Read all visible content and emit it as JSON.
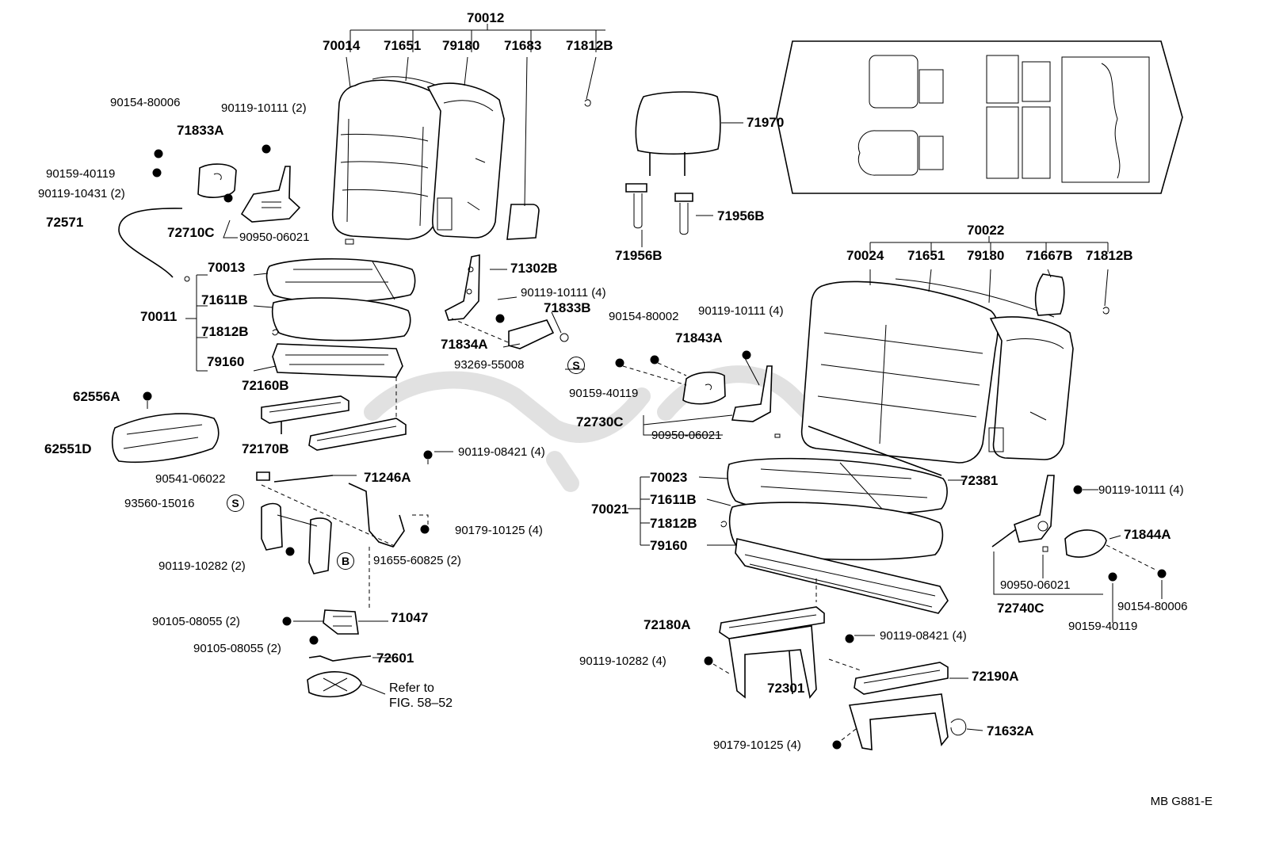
{
  "figure_code": "MB G881-E",
  "refer_note": {
    "line1": "Refer to",
    "line2": "FIG. 58–52"
  },
  "circle_marks": {
    "s": "S",
    "b": "B"
  },
  "labels": {
    "p70012": "70012",
    "p70014": "70014",
    "p71651a": "71651",
    "p79180a": "79180",
    "p71683": "71683",
    "p71812Ba": "71812B",
    "p90154_80006a": "90154-80006",
    "p71833A": "71833A",
    "p90119_10111a": "90119-10111 (2)",
    "p90159_40119a": "90159-40119",
    "p90119_10431": "90119-10431 (2)",
    "p72571": "72571",
    "p72710C": "72710C",
    "p90950_06021a": "90950-06021",
    "p70013": "70013",
    "p70011": "70011",
    "p71611Ba": "71611B",
    "p71812Bb": "71812B",
    "p79160a": "79160",
    "p71970": "71970",
    "p71956Ba": "71956B",
    "p71956Bb": "71956B",
    "p71302B": "71302B",
    "p90119_10111b": "90119-10111 (4)",
    "p71833B": "71833B",
    "p71834A": "71834A",
    "p93269_55008": "93269-55008",
    "p90154_80002": "90154-80002",
    "p90119_10111c": "90119-10111 (4)",
    "p71843A": "71843A",
    "p90159_40119b": "90159-40119",
    "p72730C": "72730C",
    "p90950_06021b": "90950-06021",
    "p72160B": "72160B",
    "p72170B": "72170B",
    "p90119_08421a": "90119-08421 (4)",
    "p62556A": "62556A",
    "p62551D": "62551D",
    "p90541_06022": "90541-06022",
    "p71246A": "71246A",
    "p93560_15016": "93560-15016",
    "p90179_10125a": "90179-10125 (4)",
    "p90119_10282a": "90119-10282 (2)",
    "p91655_60825": "91655-60825 (2)",
    "p90105_08055a": "90105-08055 (2)",
    "p71047": "71047",
    "p90105_08055b": "90105-08055 (2)",
    "p72601": "72601",
    "p70022": "70022",
    "p70024": "70024",
    "p71651b": "71651",
    "p79180b": "79180",
    "p71667B": "71667B",
    "p71812Bc": "71812B",
    "p70023": "70023",
    "p70021": "70021",
    "p71611Bb": "71611B",
    "p71812Bd": "71812B",
    "p79160b": "79160",
    "p72381": "72381",
    "p90119_10111d": "90119-10111 (4)",
    "p71844A": "71844A",
    "p90950_06021c": "90950-06021",
    "p72740C": "72740C",
    "p90154_80006b": "90154-80006",
    "p90159_40119c": "90159-40119",
    "p72180A": "72180A",
    "p90119_08421b": "90119-08421 (4)",
    "p90119_10282b": "90119-10282 (4)",
    "p72301": "72301",
    "p72190A": "72190A",
    "p90179_10125b": "90179-10125 (4)",
    "p71632A": "71632A"
  }
}
